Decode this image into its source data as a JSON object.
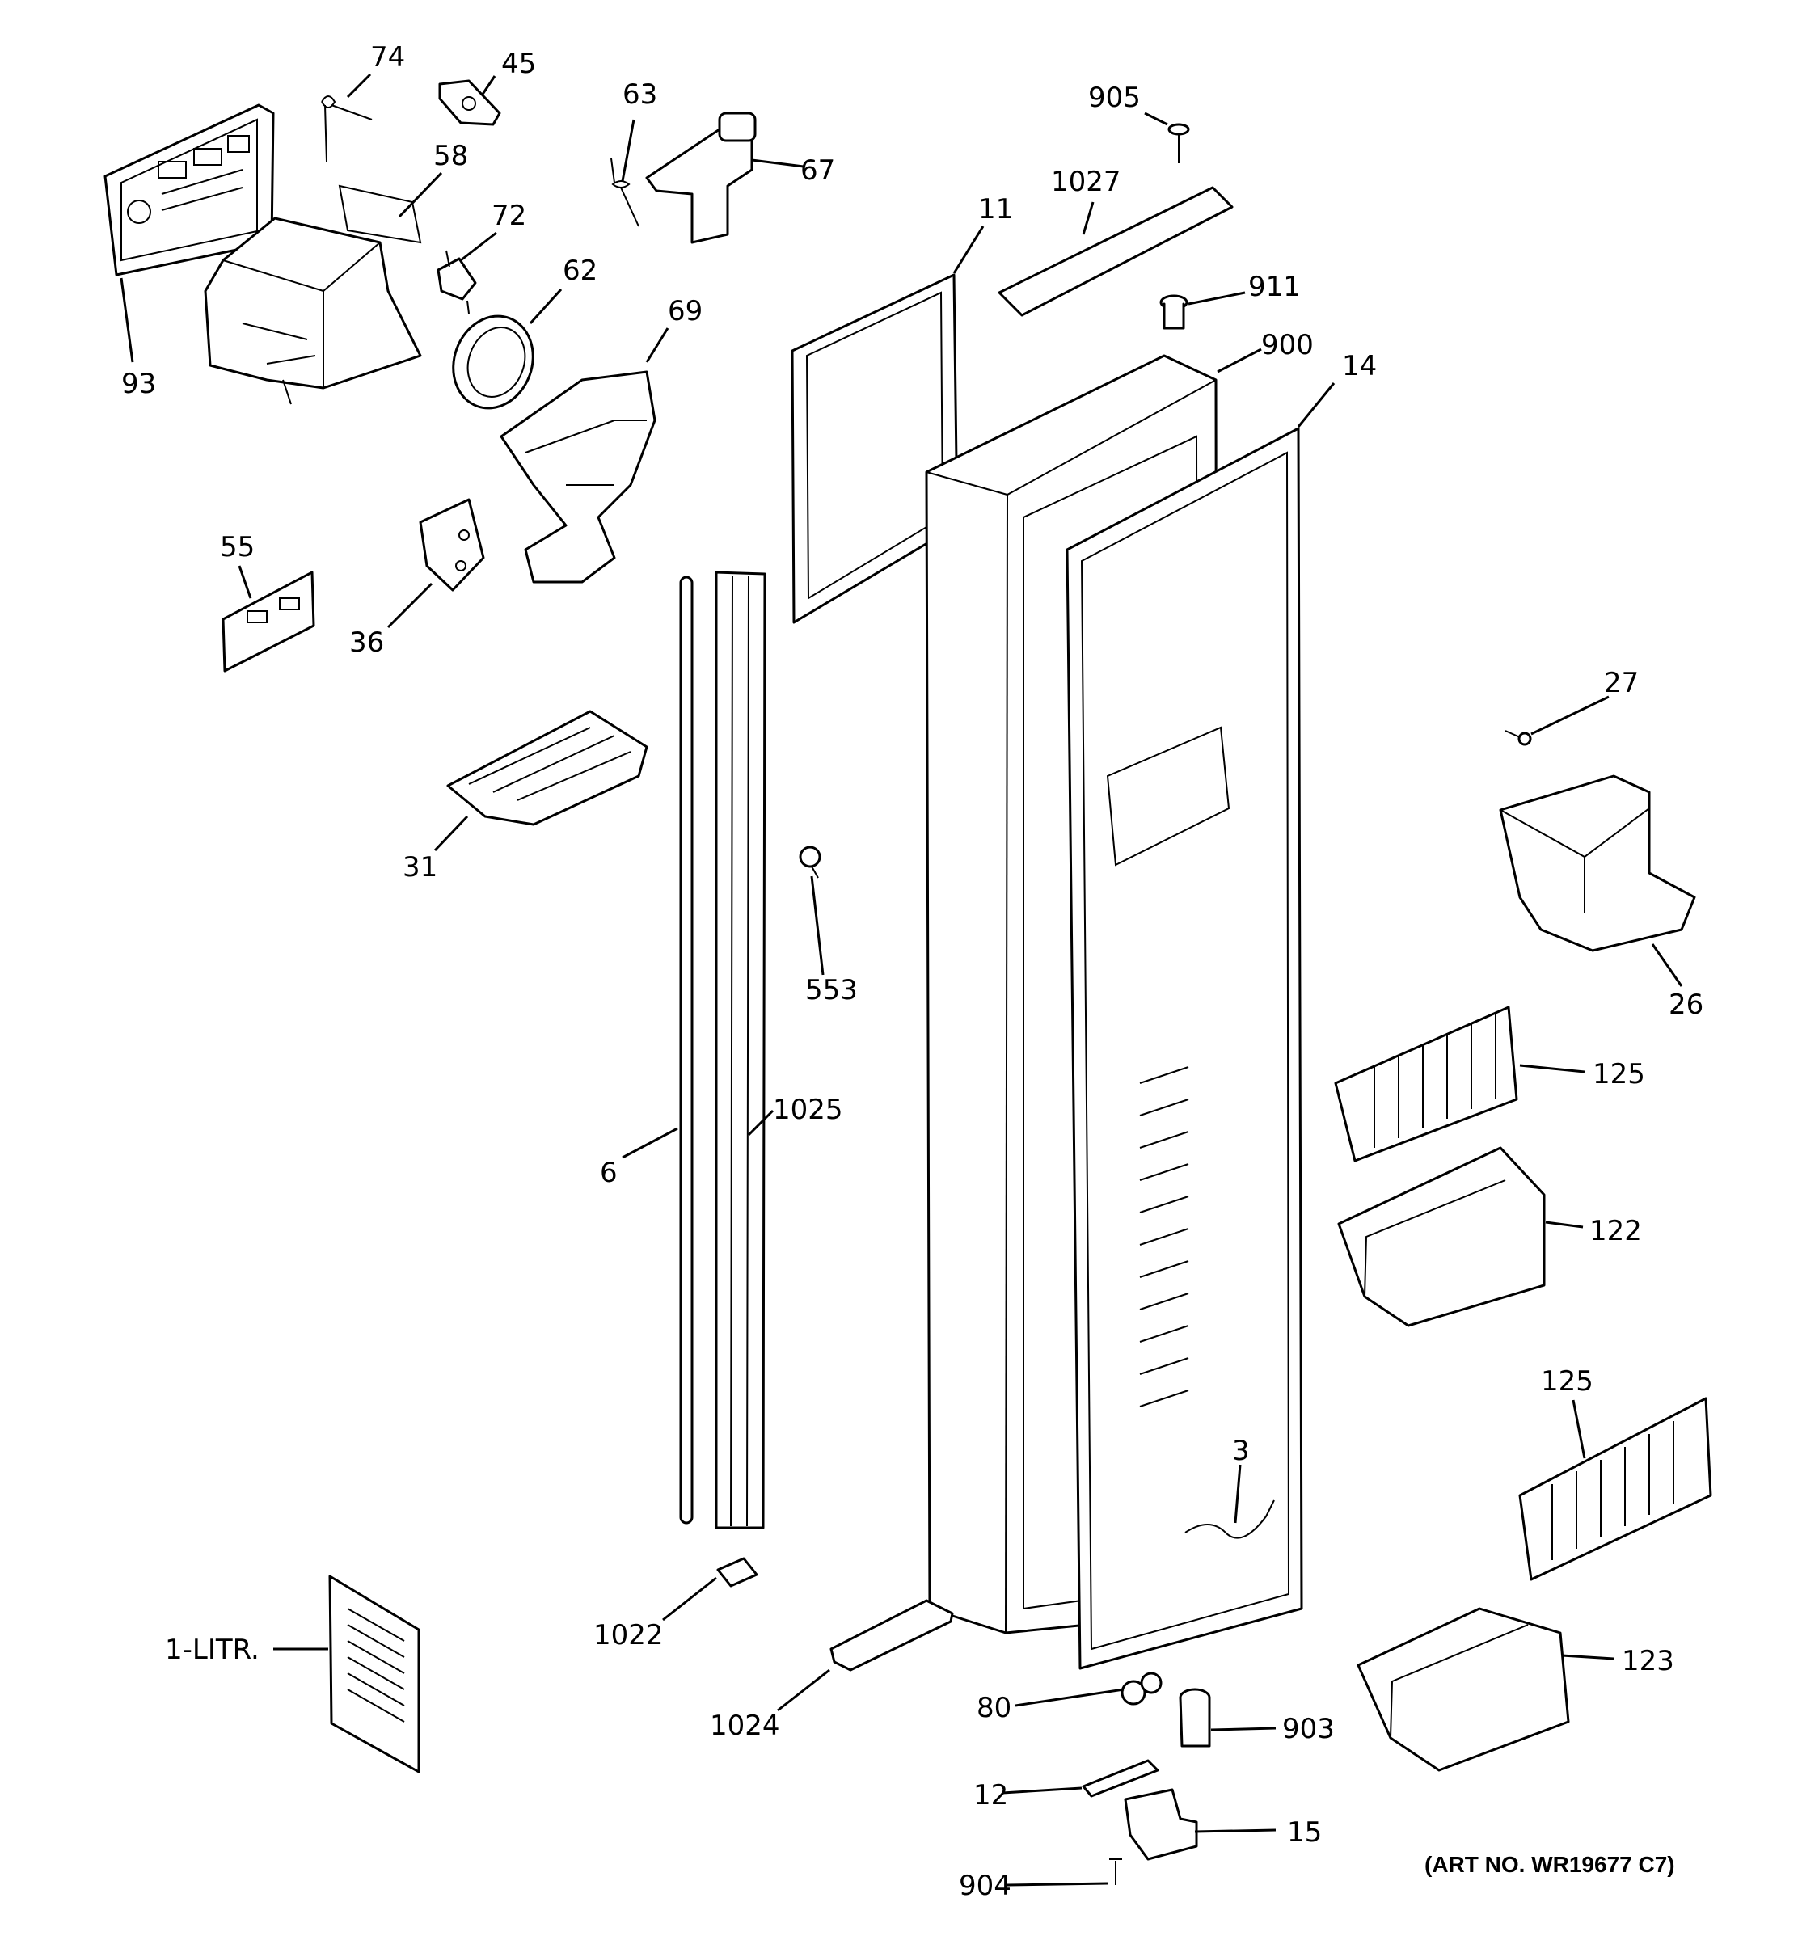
{
  "diagram": {
    "art_number": "(ART NO. WR19677 C7)",
    "callouts": [
      {
        "id": "c74",
        "text": "74"
      },
      {
        "id": "c45",
        "text": "45"
      },
      {
        "id": "c63",
        "text": "63"
      },
      {
        "id": "c67",
        "text": "67"
      },
      {
        "id": "c905",
        "text": "905"
      },
      {
        "id": "c58",
        "text": "58"
      },
      {
        "id": "c72",
        "text": "72"
      },
      {
        "id": "c11",
        "text": "11"
      },
      {
        "id": "c1027",
        "text": "1027"
      },
      {
        "id": "c62",
        "text": "62"
      },
      {
        "id": "c69",
        "text": "69"
      },
      {
        "id": "c911",
        "text": "911"
      },
      {
        "id": "c93",
        "text": "93"
      },
      {
        "id": "c900",
        "text": "900"
      },
      {
        "id": "c14",
        "text": "14"
      },
      {
        "id": "c55",
        "text": "55"
      },
      {
        "id": "c36",
        "text": "36"
      },
      {
        "id": "c27",
        "text": "27"
      },
      {
        "id": "c31",
        "text": "31"
      },
      {
        "id": "c553",
        "text": "553"
      },
      {
        "id": "c26",
        "text": "26"
      },
      {
        "id": "c125a",
        "text": "125"
      },
      {
        "id": "c1025",
        "text": "1025"
      },
      {
        "id": "c6",
        "text": "6"
      },
      {
        "id": "c122",
        "text": "122"
      },
      {
        "id": "c125b",
        "text": "125"
      },
      {
        "id": "c3",
        "text": "3"
      },
      {
        "id": "c1022",
        "text": "1022"
      },
      {
        "id": "c1litr",
        "text": "1-LITR."
      },
      {
        "id": "c123",
        "text": "123"
      },
      {
        "id": "c80",
        "text": "80"
      },
      {
        "id": "c1024",
        "text": "1024"
      },
      {
        "id": "c903",
        "text": "903"
      },
      {
        "id": "c12",
        "text": "12"
      },
      {
        "id": "c15",
        "text": "15"
      },
      {
        "id": "c904",
        "text": "904"
      }
    ]
  }
}
